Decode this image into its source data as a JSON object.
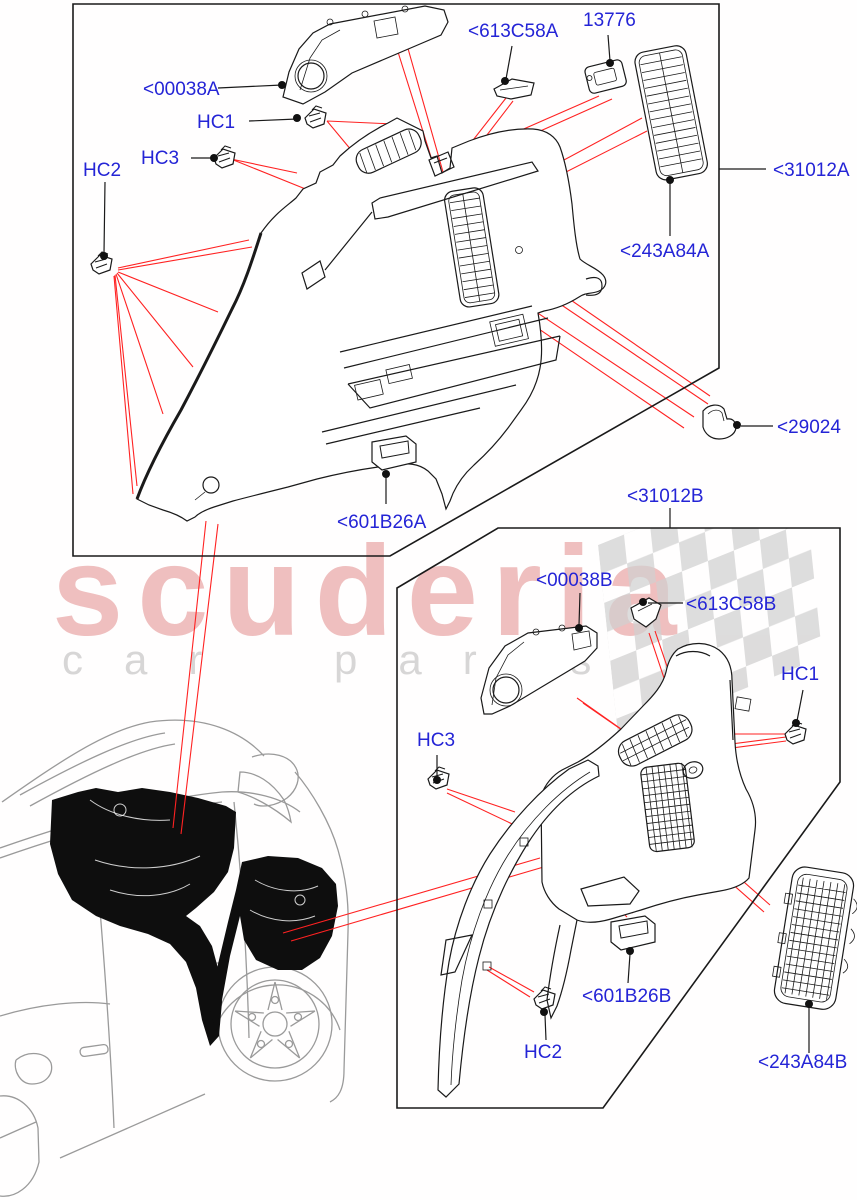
{
  "watermark": {
    "brand": "scuderia",
    "tagline": "car parts"
  },
  "labels": {
    "a1": "<00038A",
    "a2": "HC1",
    "a3": "HC3",
    "a4": "HC2",
    "a5": "<613C58A",
    "a6": "13776",
    "a7": "<31012A",
    "a8": "<243A84A",
    "a9": "<29024",
    "a10": "<601B26A",
    "b1": "<31012B",
    "b2": "<00038B",
    "b3": "<613C58B",
    "b4": "HC1",
    "b5": "HC3",
    "b6": "HC2",
    "b7": "<601B26B",
    "b8": "<243A84B"
  },
  "colors": {
    "label_blue": "#2424d6",
    "callout_red": "#ff2222",
    "line_black": "#1a1a1a",
    "panel_black": "#0e0e0e",
    "car_gray": "#9a9a9a",
    "watermark_pink": "#e0a6a6",
    "watermark_gray": "#d7d7d7",
    "flag_gray": "#d0d0d0"
  }
}
